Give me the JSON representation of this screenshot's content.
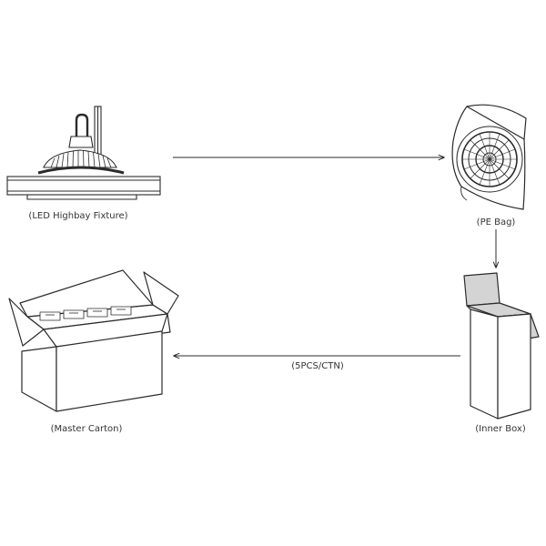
{
  "diagram": {
    "labels": {
      "fixture": "(LED Highbay Fixture)",
      "pe_bag": "(PE Bag)",
      "inner_box": "(Inner Box)",
      "master_carton": "(Master Carton)",
      "quantity": "(5PCS/CTN)"
    },
    "colors": {
      "line": "#2b2b2b",
      "shade": "#d4d4d4",
      "background": "#ffffff"
    }
  }
}
